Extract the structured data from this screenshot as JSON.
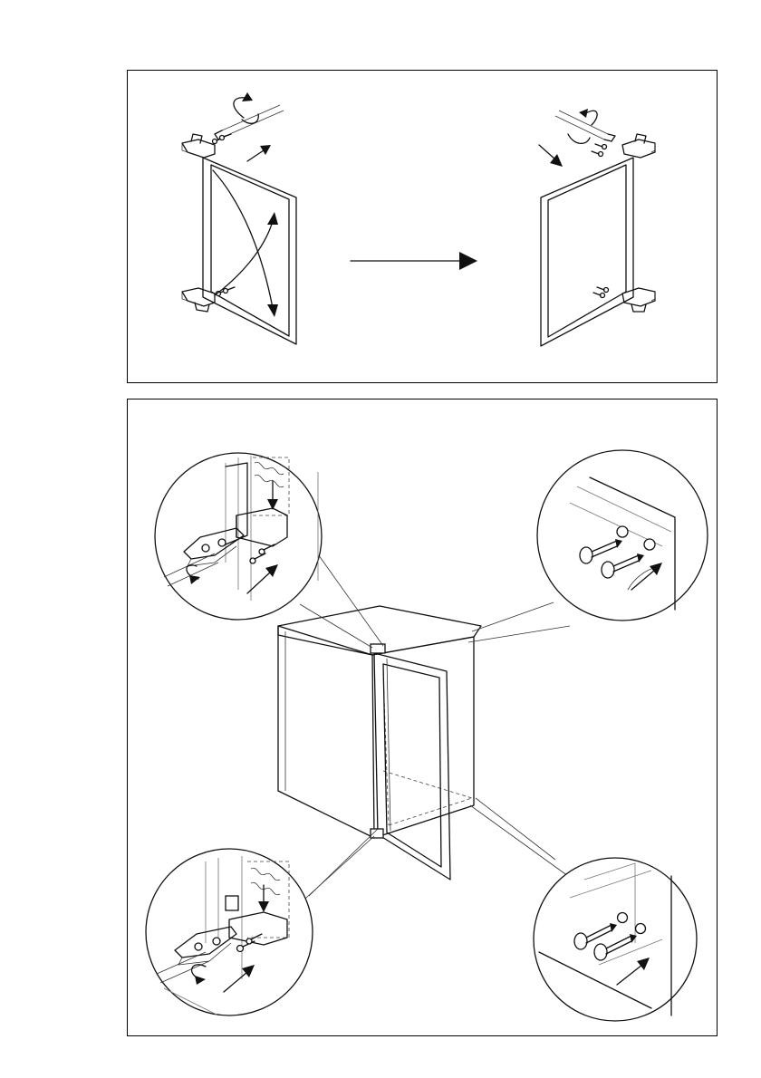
{
  "document": {
    "type": "installation-illustration",
    "panels": [
      {
        "id": "door-reversal",
        "steps": [
          "remove-hinges",
          "move-hinges-to-opposite-side"
        ]
      },
      {
        "id": "door-mounting",
        "details": [
          "top-left-hinge",
          "top-right-pins",
          "bottom-left-hinge",
          "bottom-right-pins"
        ]
      }
    ]
  }
}
